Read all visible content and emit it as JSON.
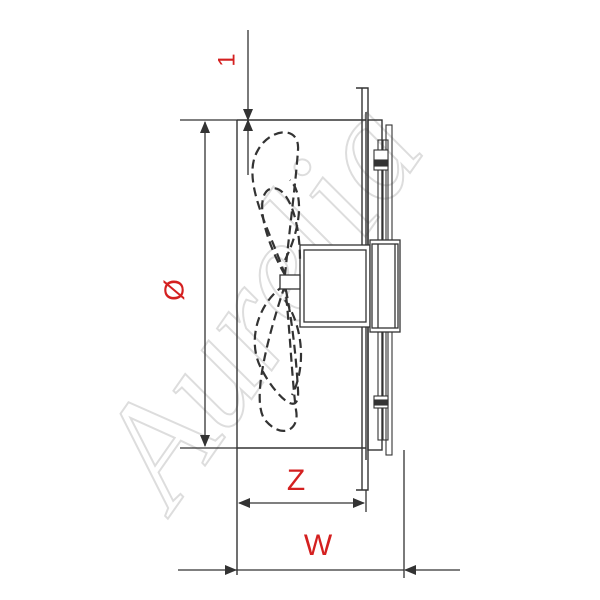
{
  "dimensions": {
    "gap": "1",
    "diameter": "Ø",
    "depth_z": "Z",
    "width_w": "W"
  },
  "watermark": {
    "text": "Aurelia"
  },
  "colors": {
    "line": "#333333",
    "label": "#d42020",
    "watermark": "#d9d9d9"
  }
}
